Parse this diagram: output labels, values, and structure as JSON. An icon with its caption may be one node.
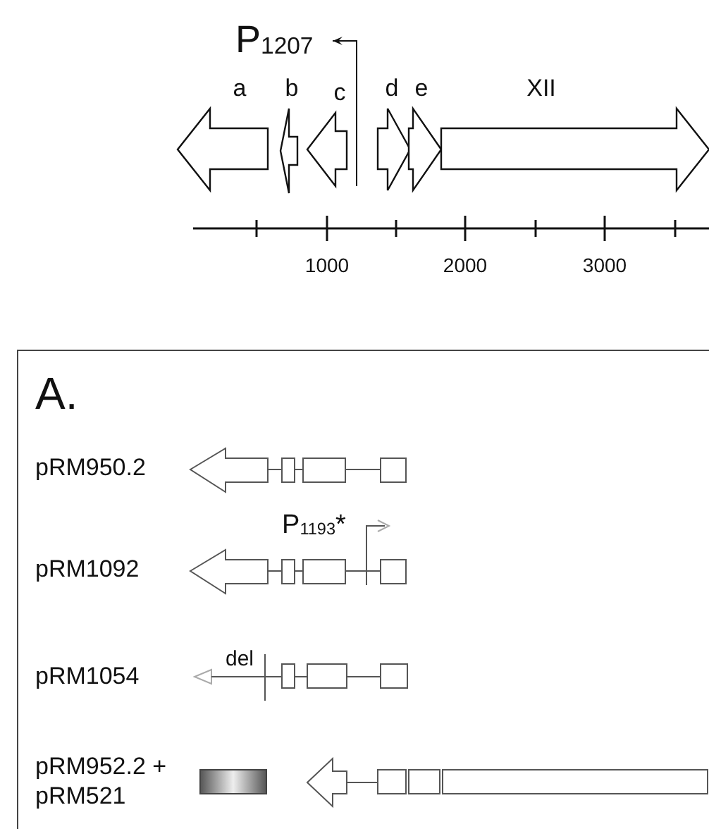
{
  "diagram": {
    "nodes": [
      {
        "text": [
          "a"
        ]
      },
      {
        "text": [
          "b"
        ]
      },
      {
        "text": [
          "c"
        ]
      },
      {
        "text": [
          "d"
        ]
      },
      {
        "text": [
          "e"
        ]
      },
      {
        "text": [
          "XII"
        ]
      },
      {
        "text": [
          "A."
        ]
      }
    ],
    "labels": [
      "P$_{1207}$",
      "1000",
      "2000",
      "3000",
      "pRM950.2",
      "P$_{1193}$*",
      "pRM1092",
      "del",
      "pRM1054",
      "pRM952.2 + pRM521"
    ]
  }
}
